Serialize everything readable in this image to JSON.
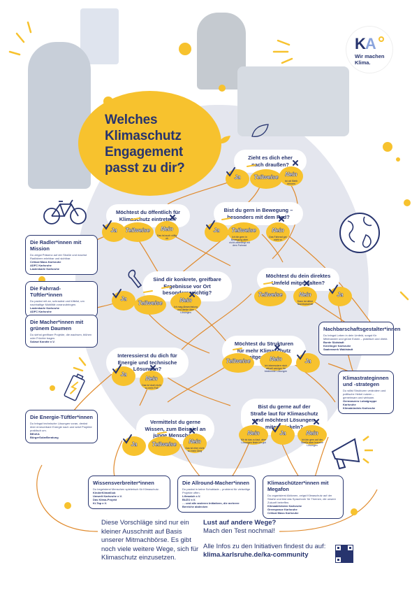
{
  "logo": {
    "mark_k": "K",
    "mark_a": "A",
    "tagline_1": "Wir machen",
    "tagline_2": "Klima."
  },
  "title": {
    "line1": "Welches",
    "line2": "Klimaschutz",
    "line3": "Engagement",
    "line4": "passt zu dir?"
  },
  "questions": {
    "q1": "Zieht es dich eher nach draußen?",
    "q2": "Möchtest du öffentlich für Klimaschutz eintreten?",
    "q3": "Bist du gern in Bewegung – besonders mit dem Rad?",
    "q4": "Sind dir konkrete, greifbare Ergebnisse vor Ort besonders wichtig?",
    "q5": "Möchtest du dein direktes Umfeld mitgestalten?",
    "q6": "Möchtest du Strukturen für mehr Klimaschutz mitgestalten?",
    "q7": "Interessierst du dich für Energie und technische Lösungen?",
    "q8": "Bist du gerne auf der Straße laut für Klimaschutz und möchtest Lösungen mitentwickeln?",
    "q9": "Vermittelst du gerne Wissen, zum Beispiel an junge Menschen?"
  },
  "answers": {
    "ja": "Ja",
    "nein": "Nein",
    "teilweise": "Teilweise"
  },
  "answer_notes": {
    "nein_q1": "Ist ok! Bleib drinnen",
    "nein_q2": "Das ist auch völlig ok",
    "nein_q3": "Das Fahrrad gar nicht so",
    "teil_q3": "Ich bin gern in Bewegung aber nicht unbedingt mit dem Fahrrad",
    "nein_q4": "Ich mag Abwechslung und denke über Lösungen",
    "nein_q5": "Dann ist deine Nachbarschaft",
    "nein_q6": "Ich interessiere mich aktuell weniger für bestimmte Lösungen",
    "nein_q7": "Das ist doch nicht so mein Fall",
    "nein_q8": "Mir ist das zu laut, aber Lösungen finde ich gut",
    "nein_q8b": "Ich bin gern auf der Straße aber brauche Lösungen",
    "nein_q9": "Das ist eher nicht so mein Ding"
  },
  "results": {
    "radler": {
      "title": "Die Radler*innen mit Mission",
      "desc": "Du zeigst Präsenz auf der Straße und machst Radfahren erlebbar und sichtbar.",
      "orgs": [
        "Critical Mass Karlsruhe",
        "ADFC Karlsruhe",
        "Lastenkarle Karlsruhe"
      ]
    },
    "tuftler": {
      "title": "Die Fahrrad-Tüftler*innen",
      "desc": "Du packst mit an, schraubst und tüftelst, um nachhaltige Mobilität voranzubringen.",
      "orgs": [
        "Lastenkarle Karlsruhe",
        "ADFC Karlsruhe"
      ]
    },
    "macher": {
      "title": "Die Macher*innen mit grünem Daumen",
      "desc": "Du siehst greifbare Projekte, die wachsen, blühen oder Früchte tragen.",
      "orgs": [
        "Solawi Karotte e.V."
      ]
    },
    "energie": {
      "title": "Die Energie-Tüftler*innen",
      "desc": "Du bringst technische Lösungen voran, denkst über erneuerbare Energie nach und setzt Projekte praktisch um.",
      "orgs": [
        "BEnKA",
        "BürgerSolarBeratung"
      ]
    },
    "wissen": {
      "title": "Wissensverbreiter*innen",
      "desc": "Du begeisterst Menschen spielerisch für Klimaschutz.",
      "orgs": [
        "KinderKlimaKlub",
        "Umwelt Karlsruhe e.V.",
        "Das Klima-Projekt",
        "Ki-Tap e.V."
      ]
    },
    "allround": {
      "title": "Die Allround-Macher*innen",
      "desc": "Du packst in keine Schublade – probierst für vielseitige Projekte offen.",
      "orgs": [
        "Lifewatch e.V.",
        "BUZO e.V.",
        "… und alle anderen Initiativen, die mehrere Bereiche abdecken"
      ]
    },
    "nachbar": {
      "title": "Nachbarschaftsgestalter*innen",
      "desc": "Du bringst Leben in dein Umfeld, sorgst für Miteinander und grüne Ecken – praktisch und direkt.",
      "orgs": [
        "Bunte Südstadt",
        "Knielinger Karlsruhe",
        "Saatenwerk Waldstadt"
      ]
    },
    "strategen": {
      "title": "Klimastrateginnen und -strategen",
      "desc": "Du willst Strukturen verändern und politische Hebel nutzen – gemeinsam und wirksam.",
      "orgs": [
        "Germanzero Lokalgruppe Karlsruhe",
        "Klimabündnis Karlsruhe"
      ]
    },
    "megafon": {
      "title": "Klimaschützer*innen mit Megafon",
      "desc": "Du organisierst Aktionen, zeigst Klimaschutz auf der Straße und bist das Sprachrohr für Themen, die unsere Zukunft betreffen.",
      "orgs": [
        "Klimaaktivisten Karlsruhe",
        "Greenpeace Karlsruhe",
        "Critical Mass Karlsruhe"
      ]
    }
  },
  "footer": {
    "left": "Diese Vorschläge sind nur ein kleiner Ausschnitt auf Basis unserer Mitmachbörse. Es gibt noch viele weitere Wege, sich für Klimaschutz einzusetzen.",
    "right_heading": "Lust auf andere Wege?",
    "right_sub": "Mach den Test nochmal!",
    "right_info": "Alle Infos zu den Initiativen findest du auf:",
    "url": "klima.karlsruhe.de/ka-community"
  },
  "colors": {
    "navy": "#27346e",
    "yellow": "#f7c22e",
    "orange": "#e08a2c",
    "blob": "#e4e6ee"
  },
  "icons": [
    "bicycle-icon",
    "wrench-icon",
    "battery-icon",
    "globe-icon",
    "megaphone-icon",
    "leaf-icon",
    "check-icon",
    "cross-icon",
    "qr-code-icon"
  ]
}
